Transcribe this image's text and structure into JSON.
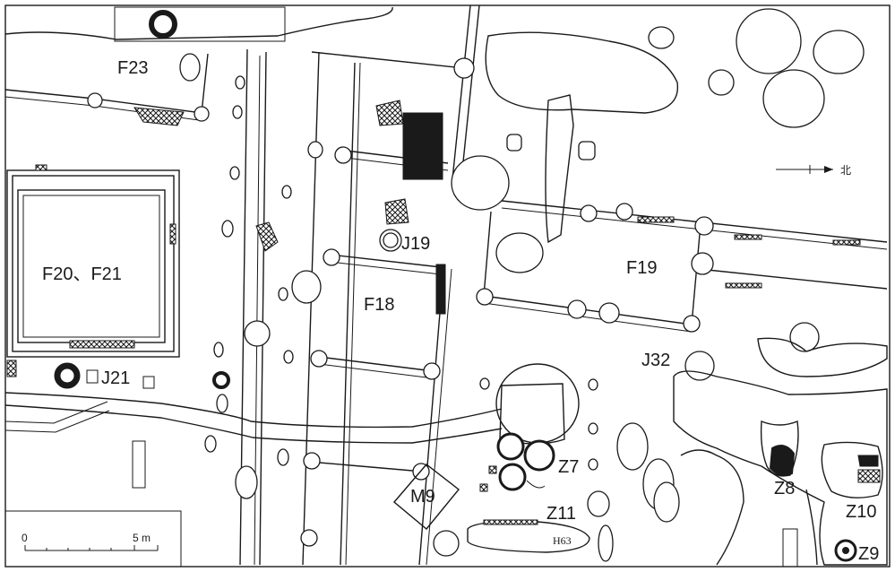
{
  "labels": {
    "f23": "F23",
    "f20_f21": "F20、F21",
    "j21": "J21",
    "j19": "J19",
    "f18": "F18",
    "f19": "F19",
    "j32": "J32",
    "z7": "Z7",
    "z8": "Z8",
    "z10": "Z10",
    "z11": "Z11",
    "z9": "Z9",
    "m9": "M9",
    "h163": "H63"
  },
  "north_arrow": {
    "label": "北"
  },
  "scale_bar": {
    "start_label": "0",
    "end_label": "5 m"
  },
  "colors": {
    "ink": "#1a1a1a",
    "background": "#ffffff"
  }
}
